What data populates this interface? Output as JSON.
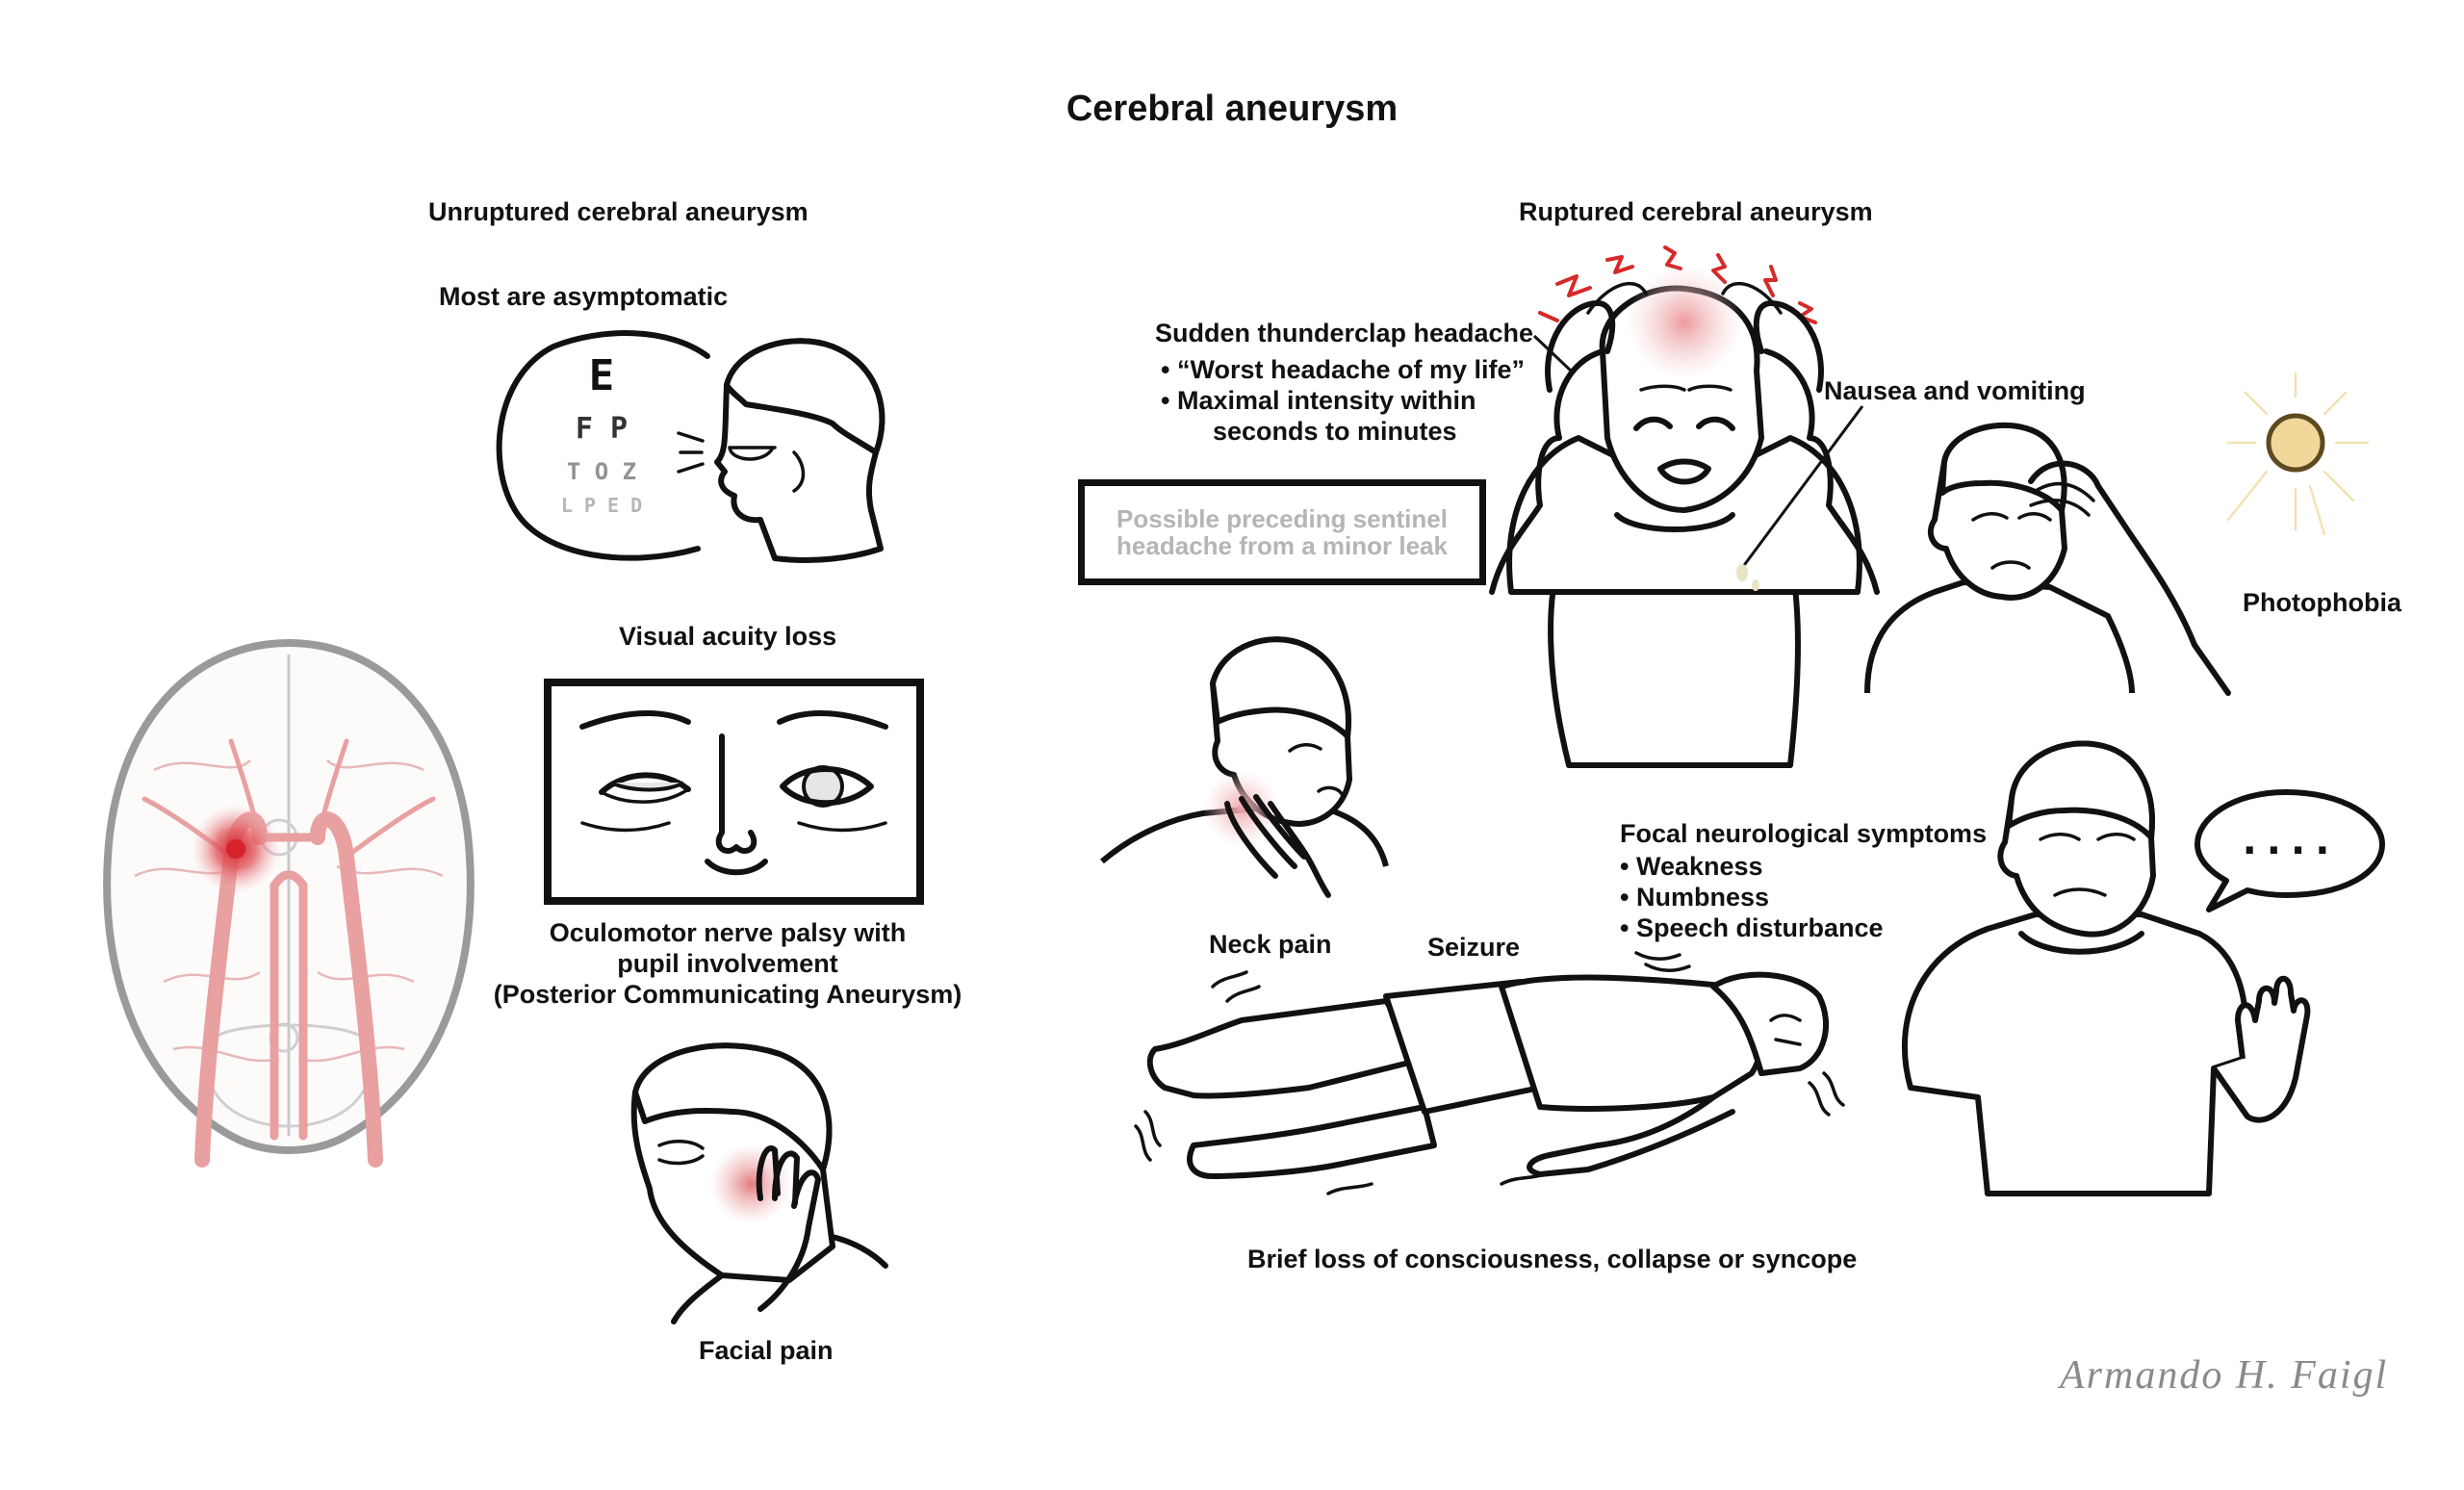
{
  "title": "Cerebral aneurysm",
  "unruptured": {
    "heading": "Unruptured cerebral aneurysm",
    "asymptomatic": "Most are asymptomatic",
    "eye_chart": [
      "E",
      "F P",
      "T O Z",
      "L P E D"
    ],
    "visual_loss": "Visual acuity loss",
    "oculomotor": [
      "Oculomotor nerve palsy with",
      "pupil involvement",
      "(Posterior Communicating Aneurysm)"
    ],
    "facial_pain": "Facial pain"
  },
  "ruptured": {
    "heading": "Ruptured cerebral aneurysm",
    "thunderclap": "Sudden thunderclap headache",
    "thunderclap_bullets": [
      "• “Worst headache of my life”",
      "• Maximal intensity within",
      "seconds to minutes"
    ],
    "sentinel": [
      "Possible preceding sentinel",
      "headache from a minor leak"
    ],
    "nausea": "Nausea and vomiting",
    "photophobia": "Photophobia",
    "neck_pain": "Neck pain",
    "seizure": "Seizure",
    "focal_heading": "Focal neurological symptoms",
    "focal_bullets": [
      "• Weakness",
      "• Numbness",
      "• Speech disturbance"
    ],
    "speech_bubble": "....",
    "loss_of_consciousness": "Brief loss of consciousness, collapse or syncope"
  },
  "signature": "Armando H. Faigl",
  "colors": {
    "ink": "#111111",
    "vessel": "#e8a0a0",
    "aneurysm": "#d6222a",
    "pain_glow": "#f2b8b8",
    "lightning": "#d62a2a",
    "sun": "#f1d79a",
    "sentinel_text": "#b5b5b5",
    "signature": "#8a8a8a"
  }
}
